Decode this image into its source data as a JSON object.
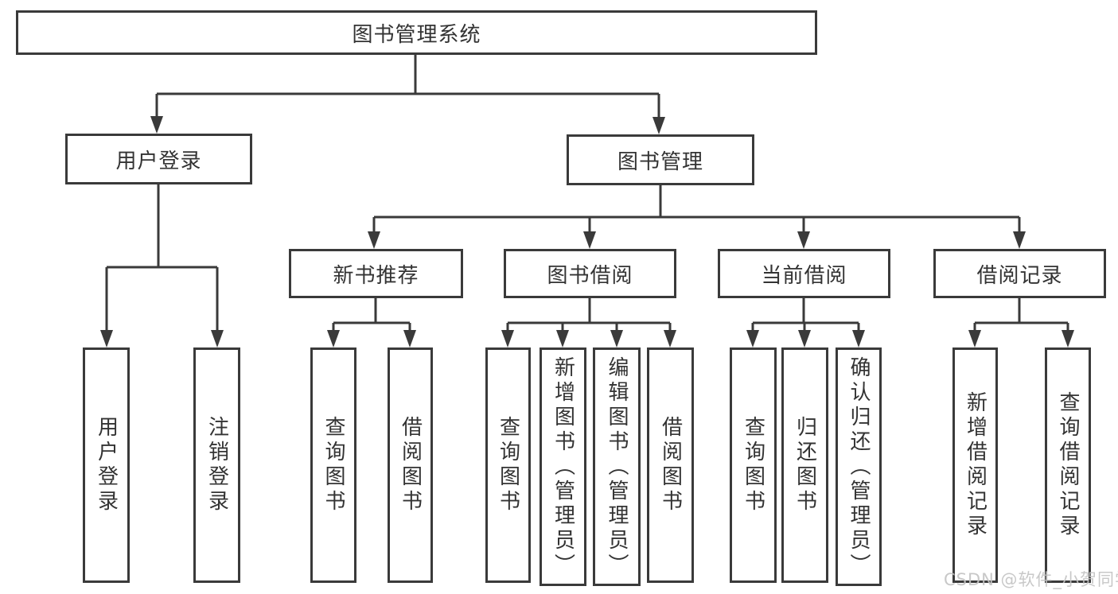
{
  "diagram_type": "hierarchy-tree",
  "root": {
    "label": "图书管理系统",
    "children": [
      {
        "label": "用户登录",
        "children": [
          {
            "label": "用户登录"
          },
          {
            "label": "注销登录"
          }
        ]
      },
      {
        "label": "图书管理",
        "children": [
          {
            "label": "新书推荐",
            "children": [
              {
                "label": "查询图书"
              },
              {
                "label": "借阅图书"
              }
            ]
          },
          {
            "label": "图书借阅",
            "children": [
              {
                "label": "查询图书"
              },
              {
                "label": "新增图书（管理员）"
              },
              {
                "label": "编辑图书（管理员）"
              },
              {
                "label": "借阅图书"
              }
            ]
          },
          {
            "label": "当前借阅",
            "children": [
              {
                "label": "查询图书"
              },
              {
                "label": "归还图书"
              },
              {
                "label": "确认归还（管理员）"
              }
            ]
          },
          {
            "label": "借阅记录",
            "children": [
              {
                "label": "新增借阅记录"
              },
              {
                "label": "查询借阅记录"
              }
            ]
          }
        ]
      }
    ]
  },
  "watermark": {
    "text": "CSDN @软件_小贺同学"
  },
  "colors": {
    "line": "#3a3a3a",
    "text": "#333333",
    "watermark": "#c3c3c3",
    "background": "#ffffff"
  }
}
